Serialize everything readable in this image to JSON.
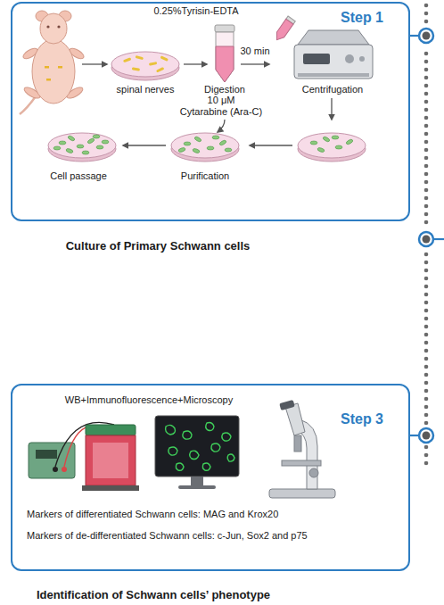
{
  "diagram": {
    "nodes": [
      {
        "text": [
          "Culture of Primary Schwann cells"
        ]
      },
      {
        "text": [
          "WB+Immunofluorescence+Microscopy",
          "Markers of differentiated Schwann cells: MAG and Krox20",
          "Markers of de-differentiated Schwann cells: c-Jun, Sox2 and p75",
          "Identification of Schwann cells’ phenotype"
        ]
      }
    ],
    "labels": [
      "0.25%Tyrisin-EDTA",
      "spinal nerves",
      "Digestion",
      "30 min",
      "Centrifugation",
      "10 μM",
      "Cytarabine (Ara-C)",
      "Purification",
      "Cell passage",
      "Step 1",
      "Step 3"
    ]
  }
}
